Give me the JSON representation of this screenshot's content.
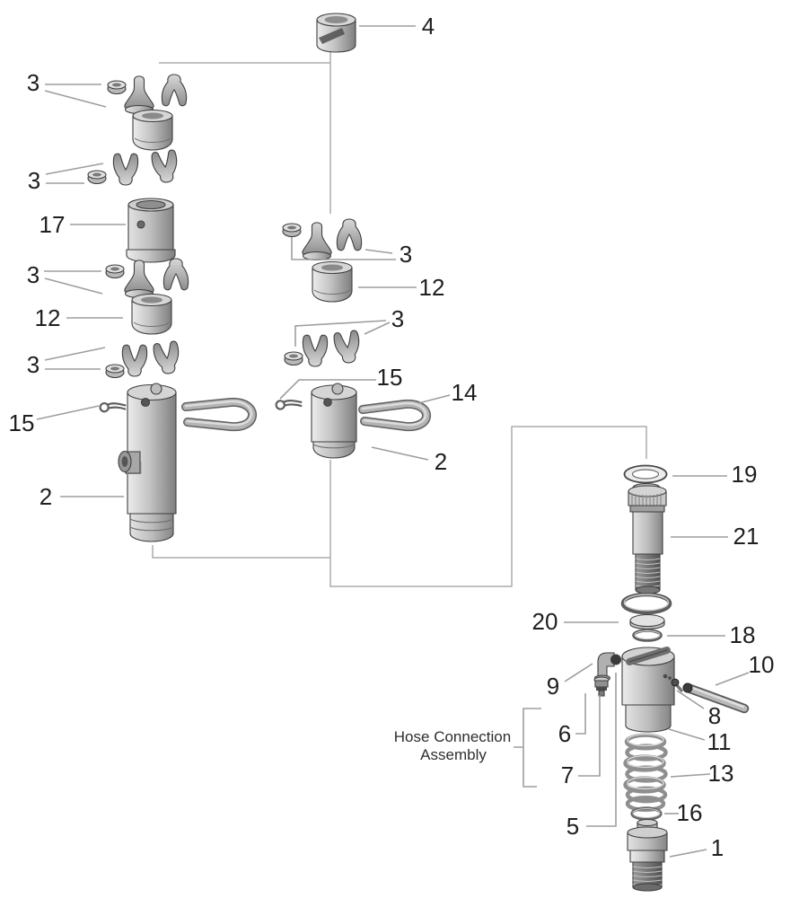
{
  "diagram": {
    "type": "exploded-parts-diagram",
    "subject": "pump-and-hose-connection-assembly",
    "background_color": "#ffffff",
    "leader_line_color": "#9e9e9e",
    "label_color": "#1f1f1f",
    "part_fill_light": "#e9e9e9",
    "part_fill_mid": "#c3c3c3",
    "part_fill_dark": "#6f6f6f",
    "outline_color": "#3f3f3f",
    "annotation": {
      "line1": "Hose Connection",
      "line2": "Assembly"
    },
    "callouts": {
      "c4": "4",
      "c3_left_1": "3",
      "c3_left_2": "3",
      "c17": "17",
      "c3_left_3": "3",
      "c12_left": "12",
      "c3_left_4": "3",
      "c15_left": "15",
      "c2_left": "2",
      "c3_mid_1": "3",
      "c12_mid": "12",
      "c3_mid_2": "3",
      "c15_mid": "15",
      "c14": "14",
      "c2_mid": "2",
      "c19": "19",
      "c21": "21",
      "c20": "20",
      "c18": "18",
      "c9": "9",
      "c10": "10",
      "c8": "8",
      "c11": "11",
      "c6": "6",
      "c7": "7",
      "c5": "5",
      "c13": "13",
      "c16": "16",
      "c1": "1"
    }
  }
}
